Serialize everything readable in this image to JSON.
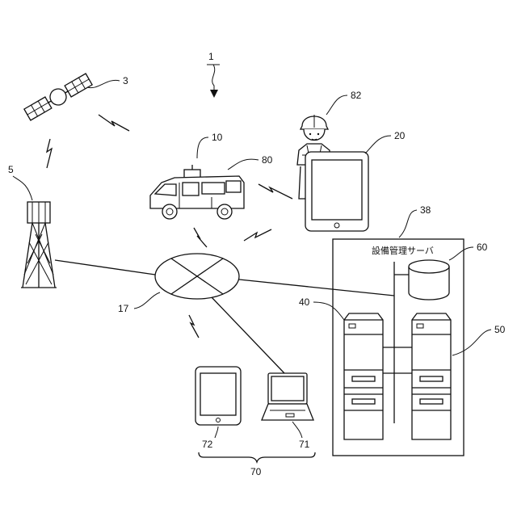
{
  "labels": {
    "system": "1",
    "satellite": "3",
    "base_station": "5",
    "vehicle": "10",
    "network": "17",
    "tablet_field": "20",
    "server_group": "38",
    "server_a": "40",
    "server_b": "50",
    "database": "60",
    "client_group": "70",
    "laptop": "71",
    "tablet_client": "72",
    "camera": "80",
    "worker": "82"
  },
  "server_group_title": "設備管理サーバ",
  "colors": {
    "line": "#111111",
    "background": "#ffffff"
  },
  "icons": [
    "satellite-icon",
    "base-station-tower-icon",
    "vehicle-icon",
    "worker-icon",
    "tablet-icon",
    "network-icon",
    "server-icon",
    "database-icon",
    "laptop-icon",
    "wireless-signal-icon"
  ]
}
